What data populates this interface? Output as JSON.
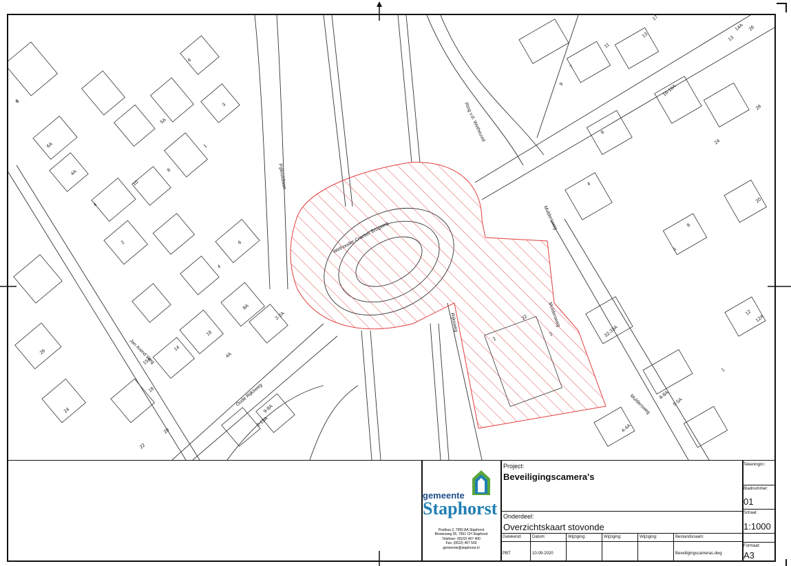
{
  "map": {
    "streets": {
      "pijlkruidlaan": "Pijlkruidlaan",
      "wethouder": "Wethouder Cracker Brugweg",
      "ring": "Ring v.d. Wetheuvel",
      "muldersweg1": "Muldersweg",
      "muldersweg2": "Muldersweg",
      "muldersweg3": "Muldersweg",
      "rijksweg": "Rijksweg",
      "oude_rijksweg": "Oude Rijksweg",
      "jan_arendweg": "Jan Arend Weg"
    },
    "house_numbers": [
      "8",
      "6A",
      "4A",
      "4",
      "10",
      "8",
      "6",
      "5A",
      "2",
      "3",
      "1",
      "6",
      "4",
      "2-2A",
      "8A",
      "16",
      "14",
      "15A",
      "18",
      "26",
      "24",
      "20",
      "22",
      "2-13A",
      "9-8A",
      "4A",
      "9",
      "7",
      "11",
      "13",
      "16-16A",
      "8",
      "4",
      "24",
      "20",
      "8",
      "6",
      "12",
      "12A",
      "2",
      "8-8A",
      "5-5A",
      "4-4A",
      "17",
      "15",
      "13",
      "2",
      "14A",
      "26",
      "30",
      "32-33A",
      "1",
      "28",
      "22",
      "6"
    ]
  },
  "title_block": {
    "logo_line1": "gemeente",
    "logo_line2": "Staphorst",
    "address": [
      "Postbus 2, 7950 AA Staphorst",
      "Binnenweg 26, 7951 CH Staphorst",
      "Telefoon: (0522) 467 400",
      "Fax: (0522) 467 500",
      "gemeente@staphorst.nl"
    ],
    "project_label": "Project:",
    "project_value": "Beveiligingscamera's",
    "onderdeel_label": "Onderdeel:",
    "onderdeel_value": "Overzichtskaart stovonde",
    "tekening_label": "Tekeningnr.:",
    "blad_label": "Bladnummer:",
    "blad_value": "01",
    "schaal_label": "Schaal:",
    "schaal_value": "1:1000",
    "formaat_label": "Formaat:",
    "formaat_value": "A3",
    "cols": [
      "Getekend:",
      "Datum:",
      "Wijziging:",
      "Wijziging:",
      "Wijziging:",
      "Bestandsnaam:"
    ],
    "vals": [
      "PBT",
      "10-09-2020",
      "",
      "",
      "",
      "Beveiligingscameras.dwg"
    ]
  },
  "colors": {
    "hatch": "#e23c3c",
    "frame": "#111111",
    "logo_dark": "#1f4e8c",
    "logo_light": "#1f7fb4",
    "logo_green": "#5aa63c"
  }
}
